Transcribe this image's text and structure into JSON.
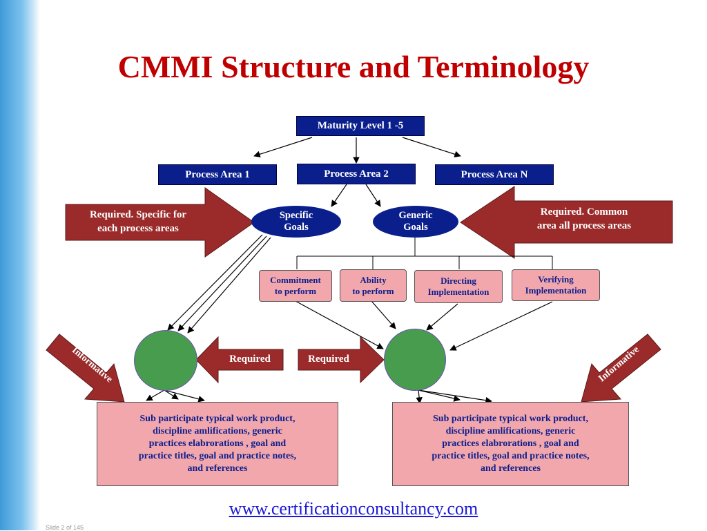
{
  "title": "CMMI Structure and Terminology",
  "maturity_level": "Maturity Level 1 -5",
  "process_areas": [
    "Process Area 1",
    "Process Area 2",
    "Process Area  N"
  ],
  "goals": {
    "specific": [
      "Specific",
      "Goals"
    ],
    "generic": [
      "Generic",
      "Goals"
    ]
  },
  "left_callout": [
    "Required. Specific  for",
    "each  process  areas"
  ],
  "right_callout": [
    "Required. Common",
    "area all process  areas"
  ],
  "common_features": [
    [
      "Commitment",
      "to perform"
    ],
    [
      "Ability",
      "to perform"
    ],
    [
      "Directing",
      "Implementation"
    ],
    [
      "Verifying",
      "Implementation"
    ]
  ],
  "required_left": "Required",
  "required_right": "Required",
  "informative_left": "Informative",
  "informative_right": "Informative",
  "note_left": [
    "Sub participate typical work product,",
    "discipline amlifications, generic",
    "practices  elabrorations , goal  and",
    "practice titles, goal and practice notes,",
    "and references"
  ],
  "note_right": [
    "Sub participate typical work product,",
    "discipline amlifications, generic",
    "practices  elabrorations , goal  and",
    "practice titles, goal and practice notes,",
    "and references"
  ],
  "footer_link": "www.certificationconsultancy.com",
  "slide_number": "Slide 2 of 145",
  "colors": {
    "title": "#c00000",
    "navy": "#0a1f8c",
    "maroon": "#9b2b2b",
    "pink": "#f2a7ad",
    "green": "#489c4e",
    "link": "#1a1ad6"
  }
}
